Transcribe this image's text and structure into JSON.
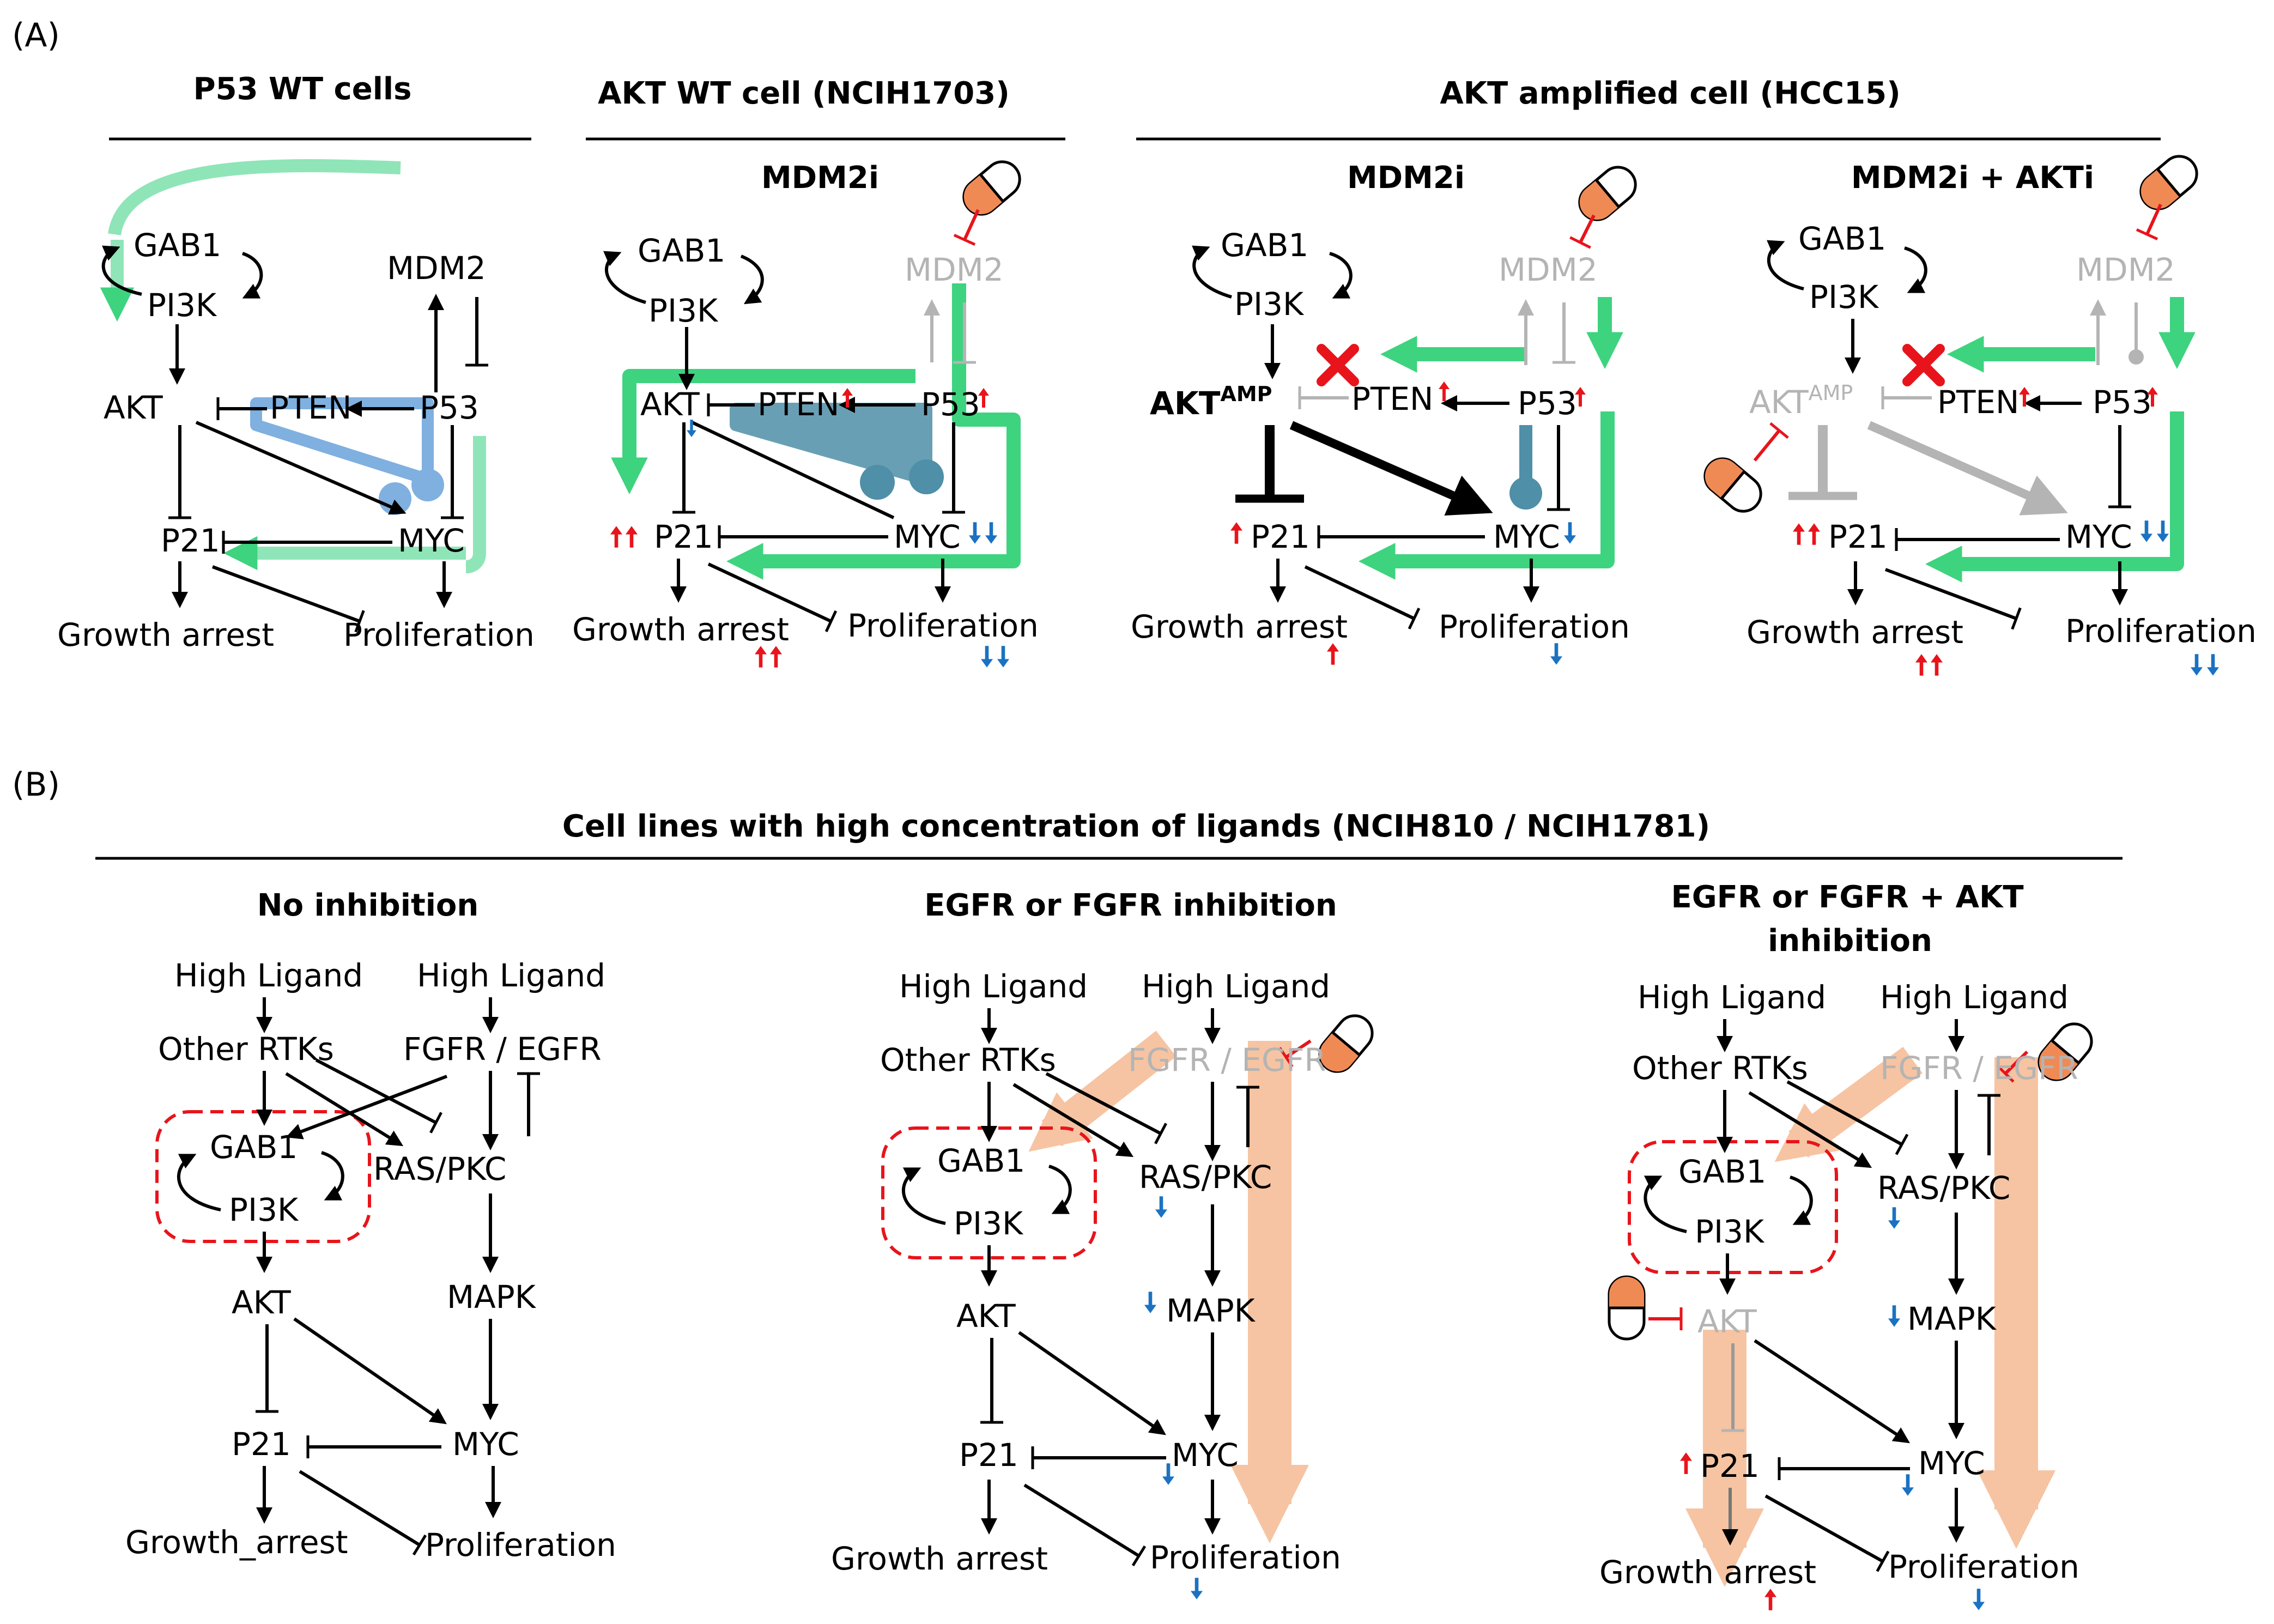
{
  "panel_labels": {
    "a": "(A)",
    "b": "(B)"
  },
  "panel_a": {
    "headers": {
      "p53wt": "P53 WT cells",
      "aktwt": "AKT WT cell (NCIH1703)",
      "aktamp": "AKT amplified cell (HCC15)"
    },
    "sub_headers": {
      "mdm2i_1": "MDM2i",
      "mdm2i_2": "MDM2i",
      "combo": "MDM2i + AKTi"
    },
    "nodes": {
      "gab1": "GAB1",
      "pi3k": "PI3K",
      "akt": "AKT",
      "pten": "PTEN",
      "p53": "P53",
      "mdm2": "MDM2",
      "p21": "P21",
      "myc": "MYC",
      "growth_arrest": "Growth arrest",
      "proliferation": "Proliferation",
      "akt_base": "AKT",
      "akt_sup": "AMP"
    }
  },
  "panel_b": {
    "header": "Cell lines with high concentration of ligands (NCIH810 / NCIH1781)",
    "sub_headers": {
      "none": "No inhibition",
      "egfr": "EGFR or FGFR inhibition",
      "combo_line1": "EGFR or FGFR + AKT",
      "combo_line2": "inhibition"
    },
    "nodes": {
      "high_ligand": "High Ligand",
      "other_rtks": "Other RTKs",
      "fgfr_egfr": "FGFR / EGFR",
      "gab1": "GAB1",
      "pi3k": "PI3K",
      "ras_pkc": "RAS/PKC",
      "akt": "AKT",
      "mapk": "MAPK",
      "p21": "P21",
      "myc": "MYC",
      "growth_arrest_underscore": "Growth_arrest",
      "growth_arrest": "Growth arrest",
      "proliferation": "Proliferation"
    }
  },
  "colors": {
    "green": "#3ed37f",
    "blue": "#5b9bd5",
    "red": "#e8141b",
    "orange": "#f4b183",
    "gray": "#b4b4b4",
    "upregulation_arrow": "#e8141b",
    "downregulation_arrow": "#1a72c2"
  }
}
